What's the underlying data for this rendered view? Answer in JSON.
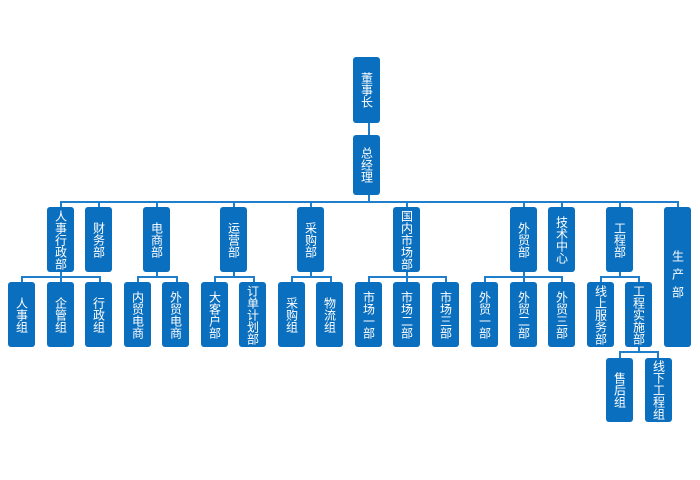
{
  "chairman": "董事长",
  "gm": "总经理",
  "depts": {
    "hr_admin": "人事行政部",
    "finance": "财务部",
    "ecommerce": "电商部",
    "operations": "运营部",
    "purchasing": "采购部",
    "domestic": "国内市场部",
    "foreign": "外贸部",
    "tech": "技术中心",
    "engineering": "工程部",
    "production": "生产部"
  },
  "groups": {
    "hr": "人事组",
    "mgmt": "企管组",
    "admin": "行政组",
    "dom_ec": "内贸电商",
    "for_ec": "外贸电商",
    "key_acct": "大客户部",
    "order_plan": "订单计划部",
    "purchase": "采购组",
    "logistics": "物流组",
    "m1": "市场一部",
    "m2": "市场二部",
    "m3": "市场三部",
    "f1": "外贸一部",
    "f2": "外贸二部",
    "f3": "外贸三部",
    "online": "线上服务部",
    "eng_impl": "工程实施部",
    "after_sales": "售后组",
    "offline_eng": "线下工程组"
  }
}
